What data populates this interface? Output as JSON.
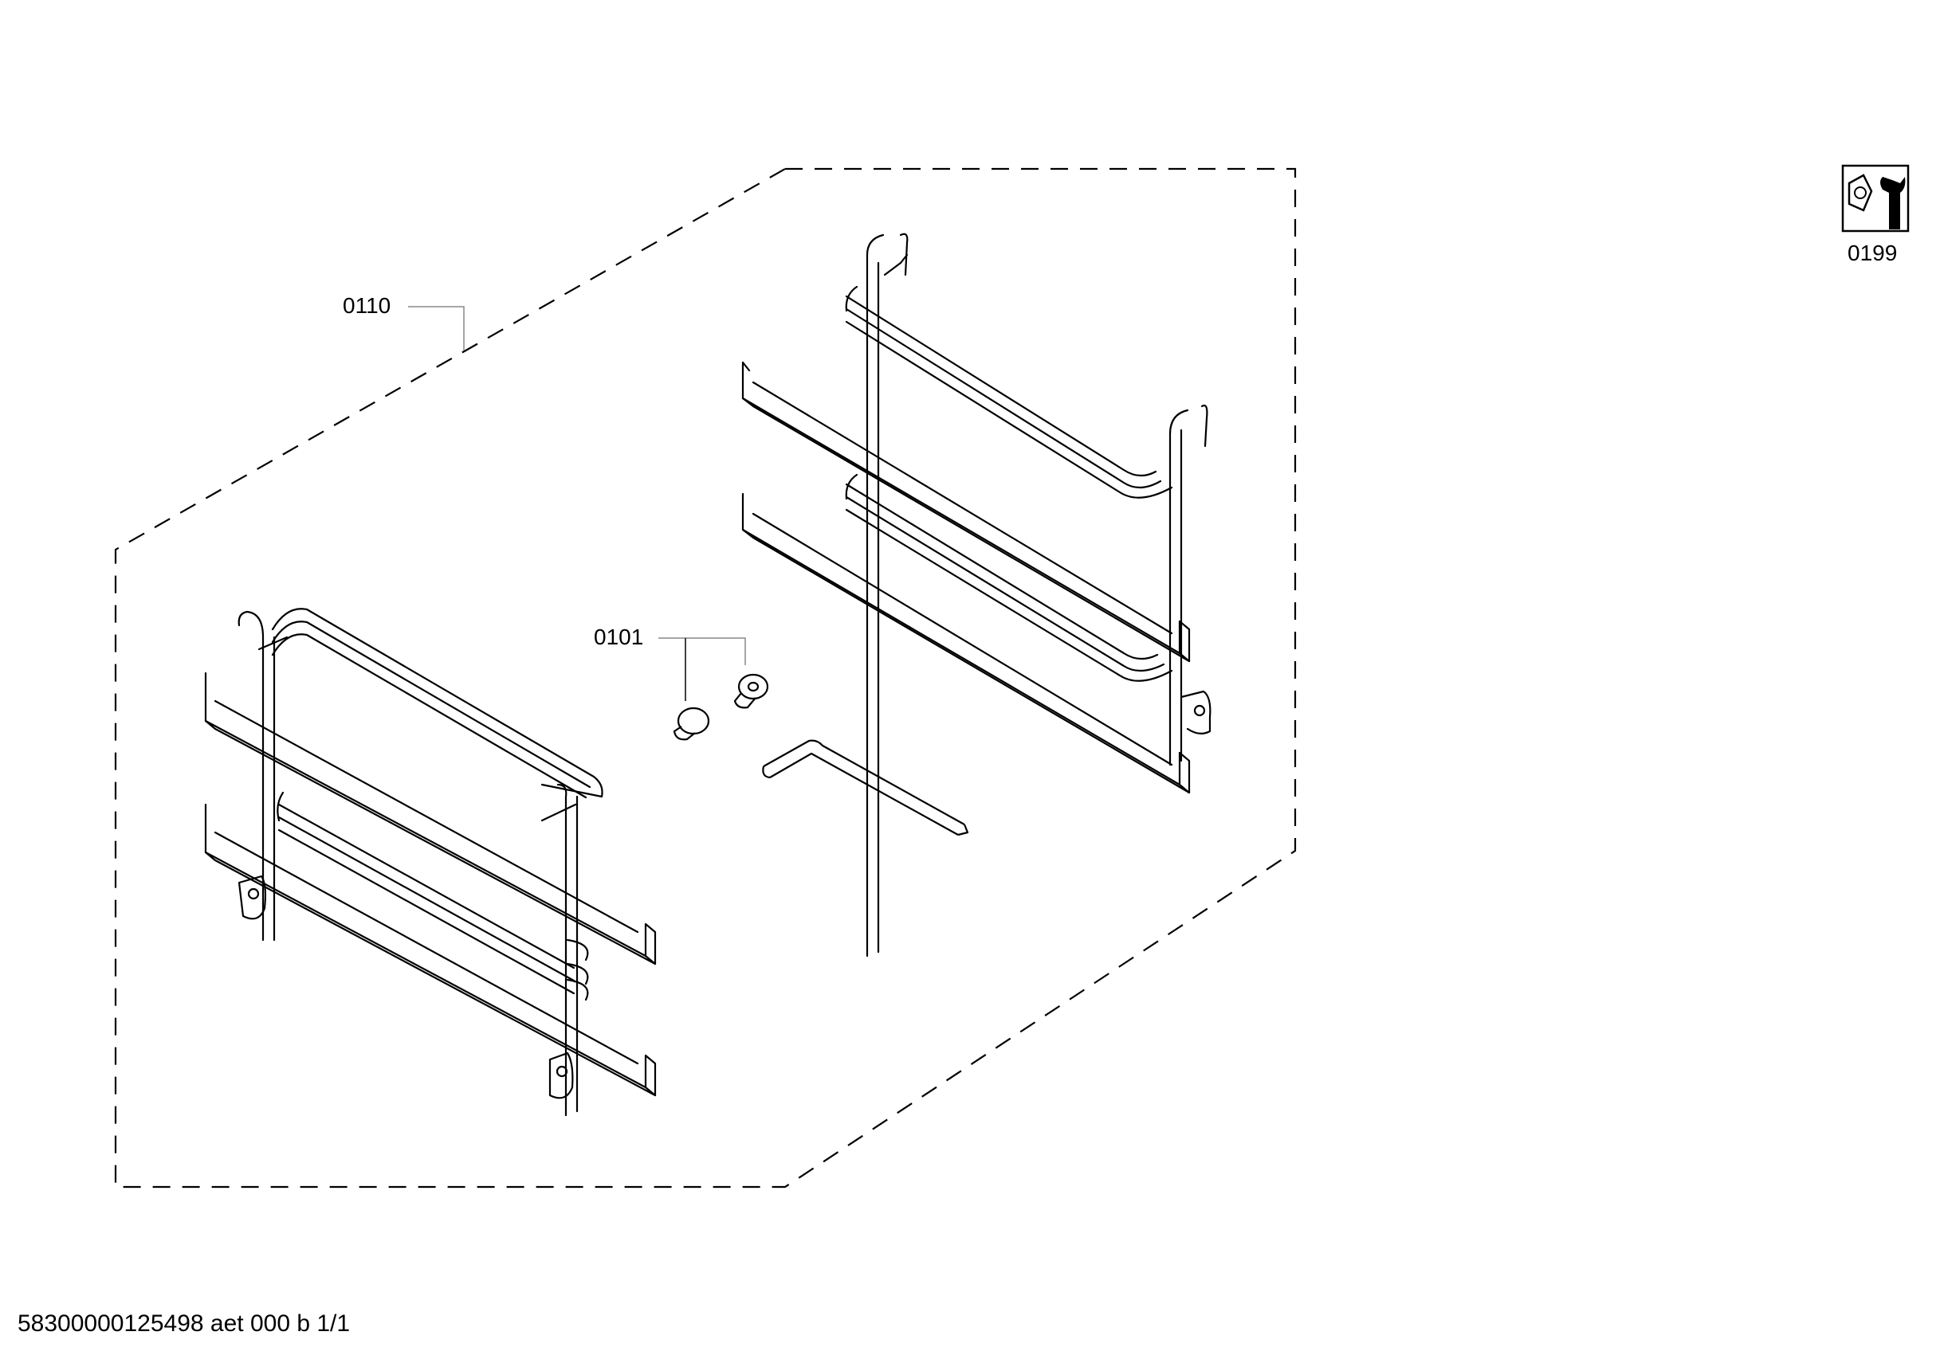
{
  "diagram": {
    "callouts": [
      {
        "id": "assembly",
        "label": "0110"
      },
      {
        "id": "screws",
        "label": "0101"
      },
      {
        "id": "tools",
        "label": "0199"
      }
    ],
    "footer": "58300000125498 aet 000 b 1/1",
    "icons": [
      "wrench-nut-icon"
    ],
    "line_color": "#000000",
    "background": "#ffffff"
  }
}
